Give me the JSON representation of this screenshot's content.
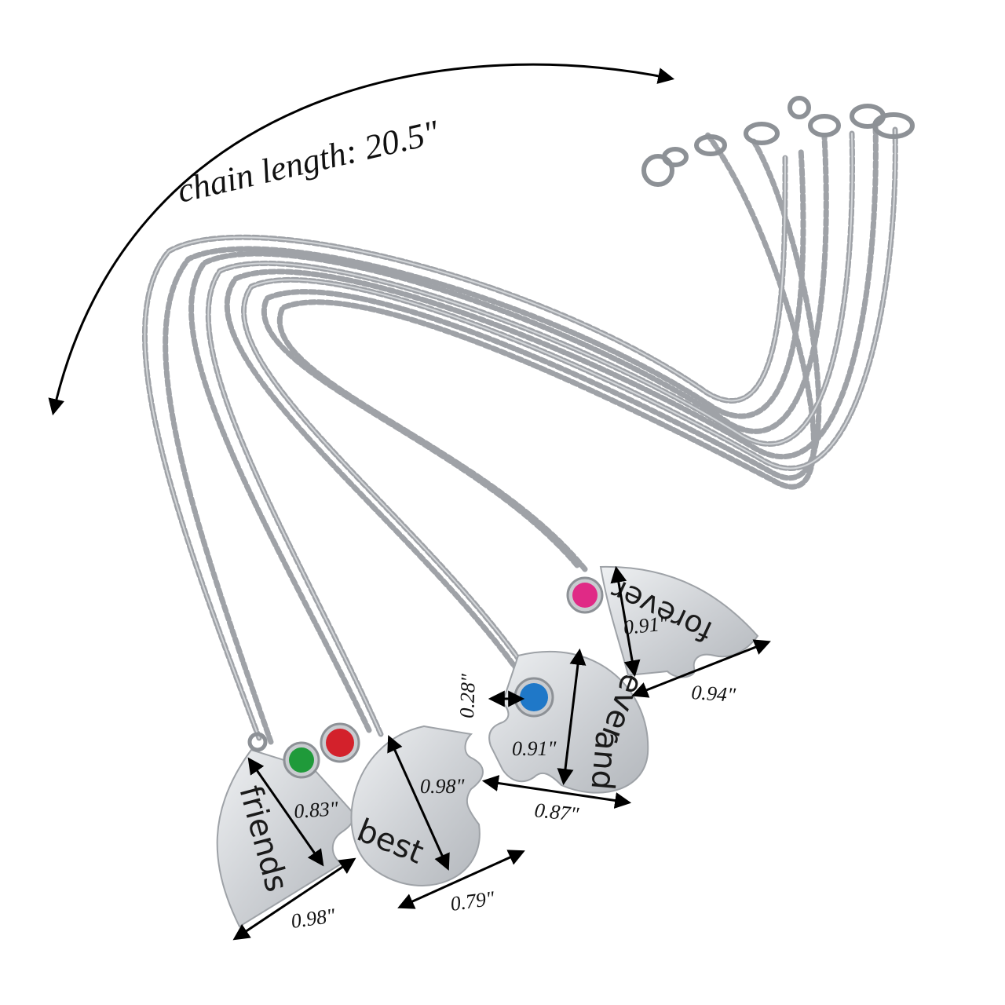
{
  "headline": {
    "chain_length": "chain length: 20.5\""
  },
  "pendants": {
    "friends": {
      "word": "friends",
      "height": "0.83\"",
      "width": "0.98\""
    },
    "best": {
      "word": "best",
      "height": "0.98\"",
      "width": "0.79\""
    },
    "and_ever": {
      "word_and": "and",
      "word_ever": "ever",
      "height": "0.91\"",
      "width": "0.87\"",
      "stone": "0.28\""
    },
    "forever": {
      "word": "forever",
      "height": "0.91\"",
      "width": "0.94\""
    }
  },
  "colors": {
    "silver": "#c9ccd0",
    "chain": "#8d9196",
    "green_stone": "#1f9a3a",
    "red_stone": "#d3212b",
    "blue_stone": "#1f78c8",
    "pink_stone": "#e02a86"
  }
}
